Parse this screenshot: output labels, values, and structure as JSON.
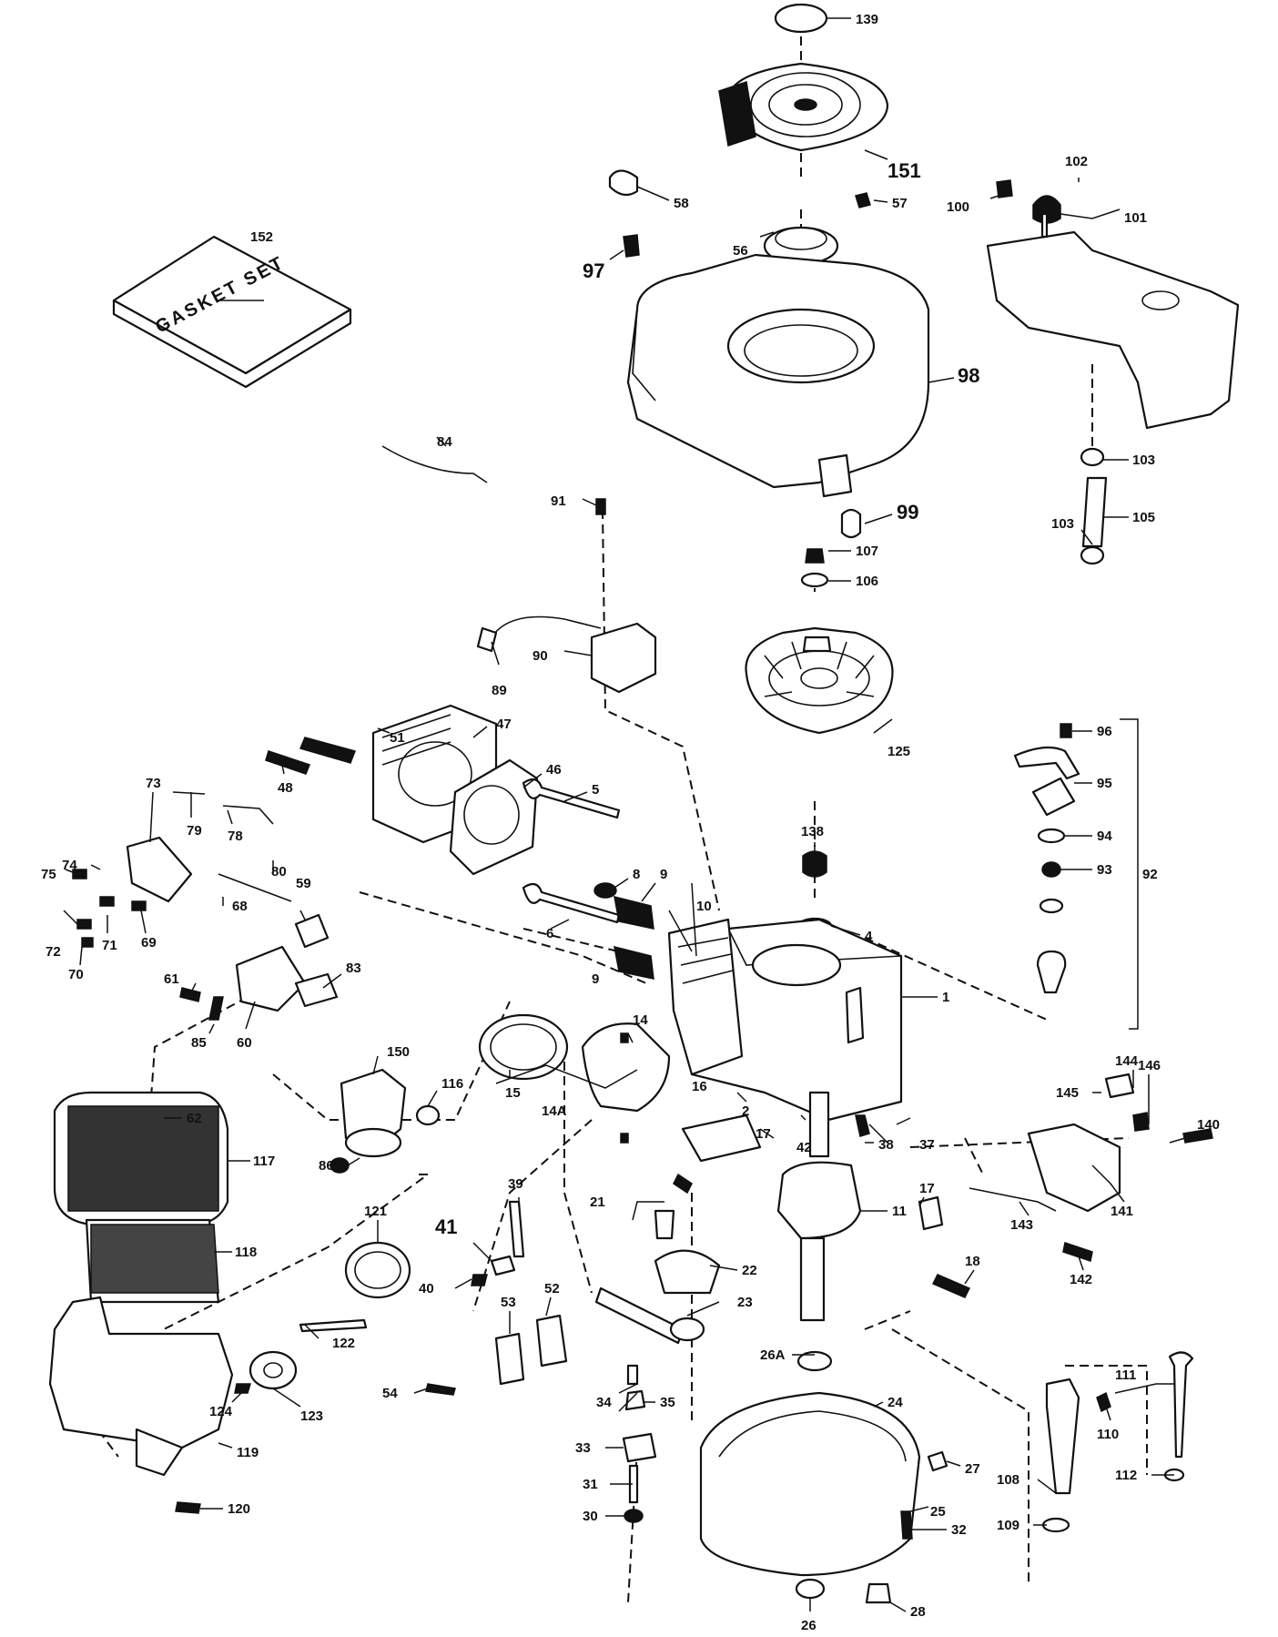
{
  "gasket_label": "GASKET SET",
  "callouts": {
    "c139": "139",
    "c151": "151",
    "c58": "58",
    "c57": "57",
    "c56": "56",
    "c97": "97",
    "c152": "152",
    "c98": "98",
    "c99": "99",
    "c100": "100",
    "c101": "101",
    "c102": "102",
    "c103a": "103",
    "c103b": "103",
    "c105": "105",
    "c107": "107",
    "c106": "106",
    "c84": "84",
    "c91": "91",
    "c90": "90",
    "c89": "89",
    "c125": "125",
    "c138": "138",
    "c96": "96",
    "c95": "95",
    "c94": "94",
    "c93": "93",
    "c92": "92",
    "c4": "4",
    "c73": "73",
    "c74": "74",
    "c75": "75",
    "c72": "72",
    "c71": "71",
    "c70": "70",
    "c69": "69",
    "c79": "79",
    "c78": "78",
    "c80": "80",
    "c68": "68",
    "c59": "59",
    "c51": "51",
    "c47": "47",
    "c46": "46",
    "c48": "48",
    "c5": "5",
    "c8": "8",
    "c9a": "9",
    "c9b": "9",
    "c10": "10",
    "c6": "6",
    "c1": "1",
    "c61": "61",
    "c85": "85",
    "c60": "60",
    "c83": "83",
    "c62": "62",
    "c14": "14",
    "c15": "15",
    "c14a": "14A",
    "c16": "16",
    "c2": "2",
    "c150": "150",
    "c116": "116",
    "c86": "86",
    "c117": "117",
    "c118": "118",
    "c119": "119",
    "c120": "120",
    "c17a": "17",
    "c17b": "17",
    "c42": "42",
    "c38": "38",
    "c37": "37",
    "c11": "11",
    "c21": "21",
    "c22": "22",
    "c39": "39",
    "c41": "41",
    "c40": "40",
    "c121": "121",
    "c122": "122",
    "c123": "123",
    "c124": "124",
    "c52": "52",
    "c53": "53",
    "c54": "54",
    "c23": "23",
    "c18": "18",
    "c26a": "26A",
    "c24": "24",
    "c34": "34",
    "c35": "35",
    "c33": "33",
    "c31": "31",
    "c30": "30",
    "c27": "27",
    "c25": "25",
    "c32": "32",
    "c26": "26",
    "c28": "28",
    "c144": "144",
    "c145": "145",
    "c146": "146",
    "c140": "140",
    "c141": "141",
    "c143": "143",
    "c142": "142",
    "c111": "111",
    "c110": "110",
    "c108": "108",
    "c112": "112",
    "c109": "109"
  }
}
